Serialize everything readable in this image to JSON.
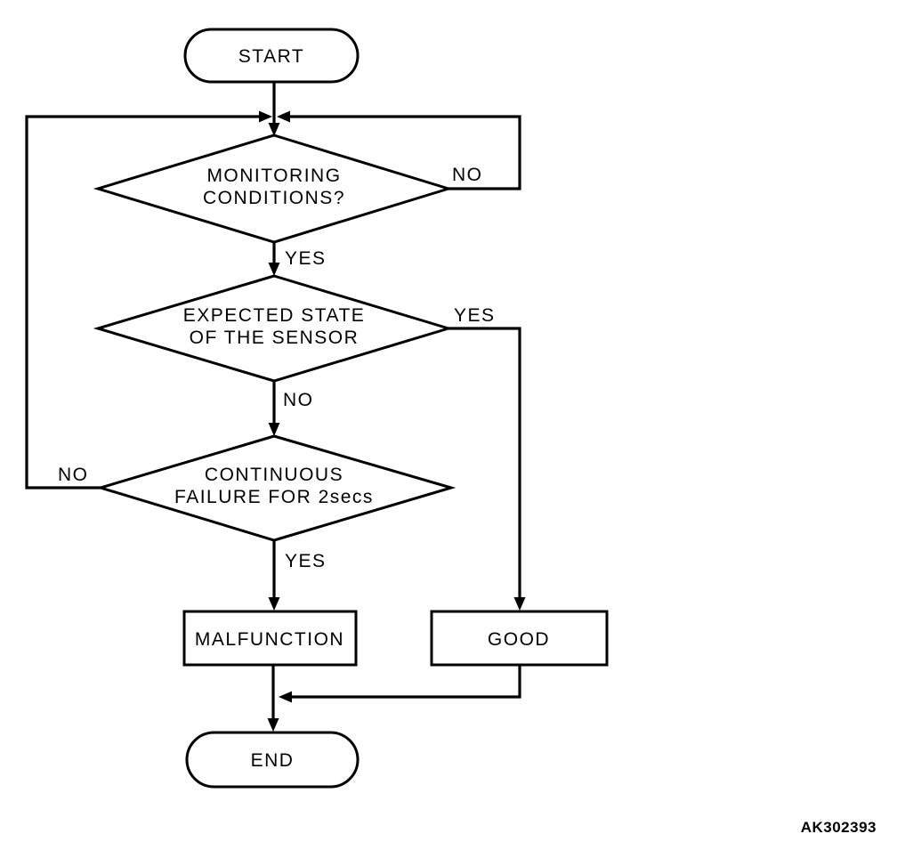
{
  "page": {
    "background_color": "#ffffff",
    "figure_code": "AK302393"
  },
  "diagram": {
    "type": "flowchart",
    "line_color": "#000000",
    "text_color": "#000000",
    "nodes": {
      "start": {
        "shape": "terminator",
        "label": "START"
      },
      "monitoring": {
        "shape": "decision",
        "label_line1": "MONITORING",
        "label_line2": "CONDITIONS?"
      },
      "expected": {
        "shape": "decision",
        "label_line1": "EXPECTED STATE",
        "label_line2": "OF THE SENSOR"
      },
      "continuous": {
        "shape": "decision",
        "label_line1": "CONTINUOUS",
        "label_line2": "FAILURE FOR 2secs"
      },
      "malfunction": {
        "shape": "process",
        "label": "MALFUNCTION"
      },
      "good": {
        "shape": "process",
        "label": "GOOD"
      },
      "end": {
        "shape": "terminator",
        "label": "END"
      }
    },
    "edges": {
      "monitoring_no_label": "NO",
      "monitoring_yes_label": "YES",
      "expected_yes_label": "YES",
      "expected_no_label": "NO",
      "continuous_no_label": "NO",
      "continuous_yes_label": "YES"
    }
  }
}
